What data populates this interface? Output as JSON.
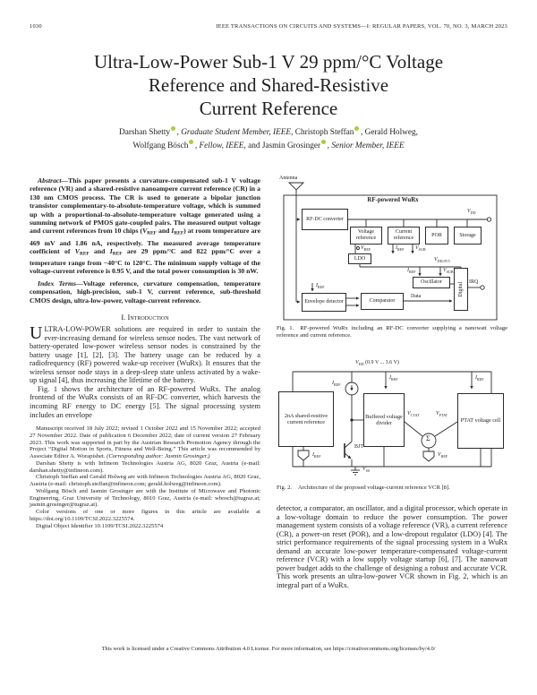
{
  "page": {
    "page_number": "1030",
    "journal_header": "IEEE TRANSACTIONS ON CIRCUITS AND SYSTEMS—I: REGULAR PAPERS, VOL. 70, NO. 3, MARCH 2023",
    "license_line": "This work is licensed under a Creative Commons Attribution 4.0 License. For more information, see https://creativecommons.org/licenses/by/4.0/"
  },
  "title": {
    "line1": "Ultra-Low-Power Sub-1 V 29 ppm/°C Voltage",
    "line2": "Reference and Shared-Resistive",
    "line3": "Current Reference"
  },
  "authors": {
    "line1": [
      {
        "t": "Darshan Shetty"
      },
      {
        "icon": "orcid"
      },
      {
        "t": ", "
      },
      {
        "t": "Graduate Student Member, IEEE",
        "style": "i"
      },
      {
        "t": ", Christoph Steffan"
      },
      {
        "icon": "orcid"
      },
      {
        "t": ", Gerald Holweg,"
      }
    ],
    "line2": [
      {
        "t": "Wolfgang Bösch"
      },
      {
        "icon": "orcid"
      },
      {
        "t": ", "
      },
      {
        "t": "Fellow, IEEE",
        "style": "i"
      },
      {
        "t": ", and Jasmin Grosinger"
      },
      {
        "icon": "orcid"
      },
      {
        "t": ", "
      },
      {
        "t": "Senior Member, IEEE",
        "style": "i"
      }
    ]
  },
  "abstract": {
    "segments": [
      {
        "t": "Abstract—",
        "style": "i"
      },
      {
        "t": "This paper presents a curvature-compensated sub-1 V voltage reference (VR) and a shared-resistive nanoampere current reference (CR) in a 130 nm CMOS process. The CR is used to generate a bipolar junction transistor complementary-to-absolute-temperature voltage, which is summed up with a proportional-to-absolute-temperature voltage generated using a summing network of PMOS gate-coupled pairs. The measured output voltage and current references from 10 chips ("
      },
      {
        "t": "V",
        "style": "i"
      },
      {
        "t": "REF",
        "style": "sub"
      },
      {
        "t": " and "
      },
      {
        "t": "I",
        "style": "i"
      },
      {
        "t": "REF",
        "style": "sub"
      },
      {
        "t": ") at room temperature are 469 mV and 1.86 nA, respectively. The measured average temperature coefficient of "
      },
      {
        "t": "V",
        "style": "i"
      },
      {
        "t": "REF",
        "style": "sub"
      },
      {
        "t": " and "
      },
      {
        "t": "I",
        "style": "i"
      },
      {
        "t": "REF",
        "style": "sub"
      },
      {
        "t": " are 29 ppm/°C and 822 ppm/°C over a temperature range from −40°C to 120°C. The minimum supply voltage of the voltage-current reference is 0.95 V, and the total power consumption is 30 nW."
      }
    ]
  },
  "index_terms": {
    "segments": [
      {
        "t": "Index Terms—",
        "style": "i"
      },
      {
        "t": "Voltage reference, curvature compensation, temperature compensation, high-precision, sub-1 V, current reference, sub-threshold CMOS design, ultra-low-power, voltage-current reference."
      }
    ]
  },
  "section_intro": {
    "heading": [
      {
        "t": "I. "
      },
      {
        "t": "Introduction",
        "style": "sc"
      }
    ],
    "dropcap": "U",
    "para1_rest": "LTRA-LOW-POWER solutions are required in order to sustain the ever-increasing demand for wireless sensor nodes. The vast network of battery-operated low-power wireless sensor nodes is constrained by the battery usage [1], [2], [3]. The battery usage can be reduced by a radiofrequency (RF) powered wake-up receiver (WuRx). It ensures that the wireless sensor node stays in a deep-sleep state unless activated by a wake-up signal [4], thus increasing the lifetime of the battery.",
    "para2": "Fig. 1 shows the architecture of an RF-powered WuRx. The analog frontend of the WuRx consists of an RF-DC converter, which harvests the incoming RF energy to DC energy [5]. The signal processing system includes an envelope",
    "para3": "detector, a comparator, an oscillator, and a digital processor, which operate in a low-voltage domain to reduce the power consumption. The power management system consists of a voltage reference (VR), a current reference (CR), a power-on reset (POR), and a low-dropout regulator (LDO) [4]. The strict performance requirements of the signal processing system in a WuRx demand an accurate low-power temperature-compensated voltage-current reference (VCR) with a low supply voltage startup [6], [7]. The nanowatt power budget adds to the challenge of designing a robust and accurate VCR. This work presents an ultra-low-power VCR shown in Fig. 2, which is an integral part of a WuRx."
  },
  "footnotes": {
    "p1": [
      {
        "t": "Manuscript received 18 July 2022; revised 1 October 2022 and 15 November 2022; accepted 27 November 2022. Date of publication 6 December 2022; date of current version 27 February 2023. This work was supported in part by the Austrian Research Promotion Agency through the Project “Digital Motion in Sports, Fitness and Well-Being.” This article was recommended by Associate Editor A. Worapishet. "
      },
      {
        "t": "(Corresponding author: Jasmin Grosinger.)",
        "style": "i"
      }
    ],
    "p2": "Darshan Shetty is with Infineon Technologies Austria AG, 8020 Graz, Austria (e-mail: darshan.shetty@infineon.com).",
    "p3": "Christoph Steffan and Gerald Holweg are with Infineon Technologies Austria AG, 8020 Graz, Austria (e-mail: christoph.steffan@infineon.com; gerald.holweg@infineon.com).",
    "p4": "Wolfgang Bösch and Jasmin Grosinger are with the Institute of Microwave and Photonic Engineering, Graz University of Technology, 8010 Graz, Austria (e-mail: wbosch@tugraz.at; jasmin.grosinger@tugraz.at).",
    "p5": "Color versions of one or more figures in this article are available at https://doi.org/10.1109/TCSI.2022.3225574.",
    "p6": "Digital Object Identifier 10.1109/TCSI.2022.3225574"
  },
  "figure1": {
    "caption_num": "Fig. 1.",
    "caption": "RF-powered WuRx including an RF-DC converter supplying a nanowatt voltage reference and current reference.",
    "title": "RF-powered WuRx",
    "antenna": "Antenna",
    "boxes": {
      "rfdc": "RF-DC converter",
      "vref": "Voltage reference",
      "cref": "Current reference",
      "por": "POR",
      "storage": "Storage",
      "ldo": "LDO",
      "oscillator": "Oscillator",
      "digital": "Digital",
      "envelope": "Envelope detector",
      "comparator": "Comparator"
    },
    "labels": {
      "vdd": {
        "b": "V",
        "s": "DD"
      },
      "vref": {
        "b": "V",
        "s": "REF"
      },
      "iref": {
        "b": "I",
        "s": "REF"
      },
      "vsub": {
        "b": "V",
        "s": "SUB"
      },
      "vdd0v5": {
        "b": "V",
        "s": "DD,0V5"
      },
      "data": "Data",
      "irq": "IRQ"
    }
  },
  "figure2": {
    "caption_num": "Fig. 2.",
    "caption": "Architecture of the proposed voltage-current reference VCR [8].",
    "boxes": {
      "cr": "2nA shared-resitive current reference",
      "divider": "Buffered voltage divider",
      "ptat": "PTAT voltage cell"
    },
    "labels": {
      "vdd": {
        "b": "V",
        "s": "DD",
        "p": " (0.9 V ... 3.6 V)"
      },
      "iref": {
        "b": "I",
        "s": "REF"
      },
      "vctat": {
        "b": "V",
        "s": "CTAT"
      },
      "vptat": {
        "b": "V",
        "s": "PTAT"
      },
      "vref": {
        "b": "V",
        "s": "REF"
      },
      "vss": {
        "b": "V",
        "s": "SS"
      },
      "bjt": "BJT",
      "sigma": "Σ"
    }
  }
}
